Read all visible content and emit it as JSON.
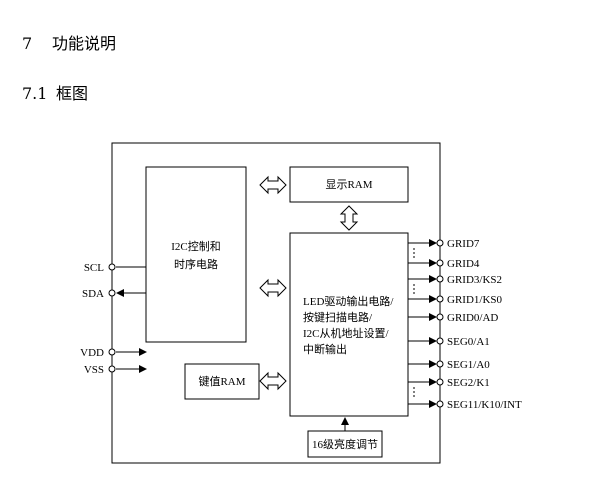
{
  "section": {
    "number": "7",
    "title": "功能说明"
  },
  "subsection": {
    "number": "7.1",
    "title": "框图"
  },
  "diagram": {
    "blocks": {
      "i2c_control": [
        "I2C控制和",
        "时序电路"
      ],
      "display_ram": "显示RAM",
      "led_driver": [
        "LED驱动输出电路/",
        "按键扫描电路/",
        "I2C从机地址设置/",
        "中断输出"
      ],
      "key_ram": "键值RAM",
      "brightness": "16级亮度调节"
    },
    "left_pins": [
      "SCL",
      "SDA",
      "VDD",
      "VSS"
    ],
    "right_pins": [
      "GRID7",
      "GRID4",
      "GRID3/KS2",
      "GRID1/KS0",
      "GRID0/AD",
      "SEG0/A1",
      "SEG1/A0",
      "SEG2/K1",
      "SEG11/K10/INT"
    ]
  }
}
